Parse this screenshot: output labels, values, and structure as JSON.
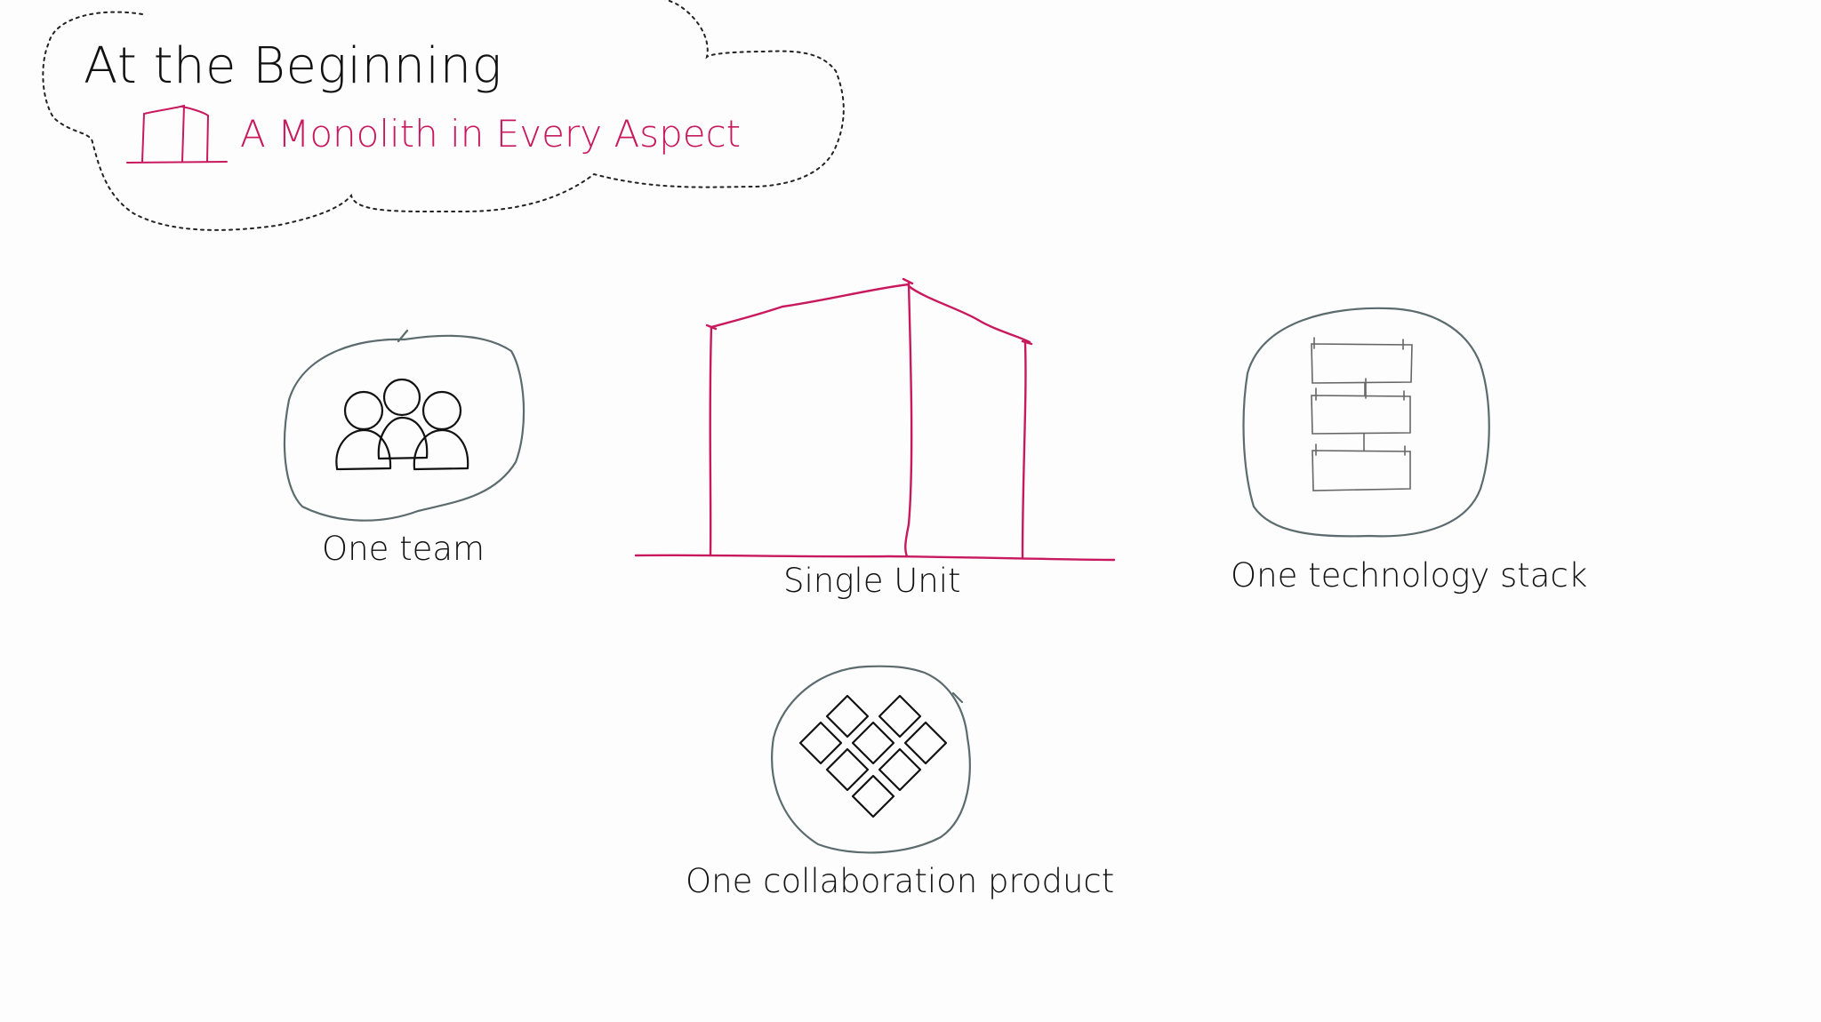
{
  "header": {
    "title": "At the Beginning",
    "subtitle": "A Monolith in Every Aspect"
  },
  "items": {
    "team": {
      "label": "One team",
      "icon": "team-icon"
    },
    "unit": {
      "label": "Single Unit",
      "icon": "monolith-building-icon"
    },
    "stack": {
      "label": "One technology stack",
      "icon": "technology-stack-icon"
    },
    "collab": {
      "label": "One collaboration product",
      "icon": "collaboration-grid-icon"
    }
  },
  "colors": {
    "accent": "#c8195e",
    "outline": "#5c6b6d",
    "text": "#111111",
    "background": "#fdfdfd"
  }
}
